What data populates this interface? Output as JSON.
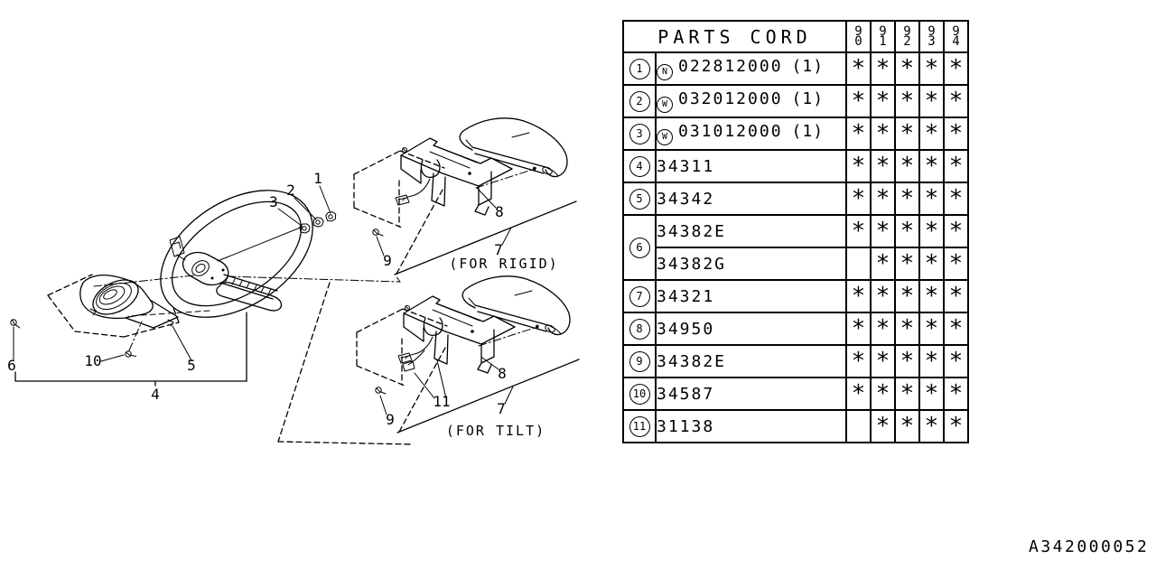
{
  "page": {
    "background": "#ffffff",
    "ink": "#000000"
  },
  "diagram": {
    "callouts": {
      "c1": "1",
      "c2": "2",
      "c3": "3",
      "c4": "4",
      "c5": "5",
      "c6": "6",
      "c7": "7",
      "c8": "8",
      "c9": "9",
      "c10": "10",
      "c11": "11"
    },
    "notes": {
      "rigid": "(FOR RIGID)",
      "tilt": "(FOR TILT)"
    }
  },
  "drawing_number": "A342000052",
  "table": {
    "title": "PARTS CORD",
    "year_digits": [
      [
        "9",
        "0"
      ],
      [
        "9",
        "1"
      ],
      [
        "9",
        "2"
      ],
      [
        "9",
        "3"
      ],
      [
        "9",
        "4"
      ]
    ],
    "rows": [
      {
        "no": "1",
        "prefix": "N",
        "code": "022812000",
        "qty": "(1)",
        "marks": [
          "*",
          "*",
          "*",
          "*",
          "*"
        ]
      },
      {
        "no": "2",
        "prefix": "W",
        "code": "032012000",
        "qty": "(1)",
        "marks": [
          "*",
          "*",
          "*",
          "*",
          "*"
        ]
      },
      {
        "no": "3",
        "prefix": "W",
        "code": "031012000",
        "qty": "(1)",
        "marks": [
          "*",
          "*",
          "*",
          "*",
          "*"
        ]
      },
      {
        "no": "4",
        "prefix": "",
        "code": "34311",
        "qty": "",
        "marks": [
          "*",
          "*",
          "*",
          "*",
          "*"
        ]
      },
      {
        "no": "5",
        "prefix": "",
        "code": "34342",
        "qty": "",
        "marks": [
          "*",
          "*",
          "*",
          "*",
          "*"
        ]
      },
      {
        "no": "6",
        "prefix": "",
        "code": "34382E",
        "qty": "",
        "marks": [
          "*",
          "*",
          "*",
          "*",
          "*"
        ]
      },
      {
        "no": "",
        "prefix": "",
        "code": "34382G",
        "qty": "",
        "marks": [
          "",
          "*",
          "*",
          "*",
          "*"
        ]
      },
      {
        "no": "7",
        "prefix": "",
        "code": "34321",
        "qty": "",
        "marks": [
          "*",
          "*",
          "*",
          "*",
          "*"
        ]
      },
      {
        "no": "8",
        "prefix": "",
        "code": "34950",
        "qty": "",
        "marks": [
          "*",
          "*",
          "*",
          "*",
          "*"
        ]
      },
      {
        "no": "9",
        "prefix": "",
        "code": "34382E",
        "qty": "",
        "marks": [
          "*",
          "*",
          "*",
          "*",
          "*"
        ]
      },
      {
        "no": "10",
        "prefix": "",
        "code": "34587",
        "qty": "",
        "marks": [
          "*",
          "*",
          "*",
          "*",
          "*"
        ]
      },
      {
        "no": "11",
        "prefix": "",
        "code": "31138",
        "qty": "",
        "marks": [
          "",
          "*",
          "*",
          "*",
          "*"
        ]
      }
    ]
  }
}
